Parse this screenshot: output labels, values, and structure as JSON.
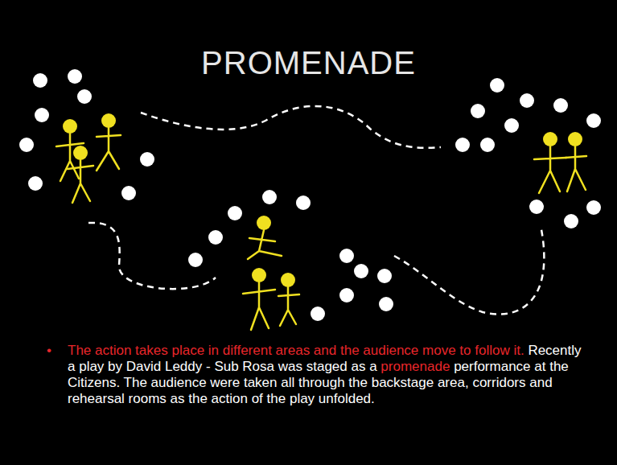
{
  "diagram": {
    "title": "PROMENADE",
    "labels": [
      "•",
      "The action takes place in different areas and the audience move to follow it.",
      "Recently a play by David Leddy - Sub Rosa was staged as a",
      "promenade",
      "performance at the Citizens. The audience were taken all through the backstage area, corridors and rehearsal rooms as the action of the play unfolded."
    ]
  }
}
